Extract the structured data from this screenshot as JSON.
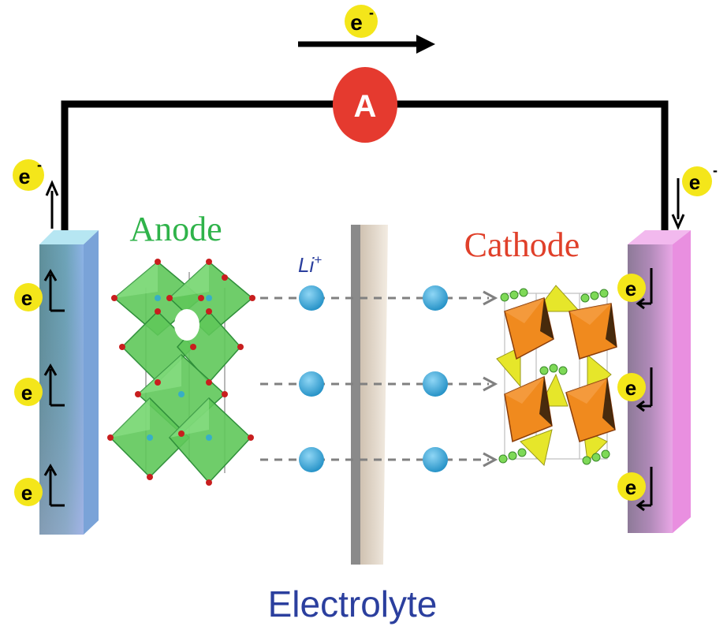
{
  "labels": {
    "electron": "e",
    "electron_charge": "-",
    "ammeter": "A",
    "anode": "Anode",
    "cathode": "Cathode",
    "lithium_ion": "Li",
    "lithium_charge": "+",
    "electrolyte": "Electrolyte"
  },
  "colors": {
    "wire": "#000000",
    "ammeter": "#e53a2f",
    "anode_text": "#2fb34a",
    "cathode_text": "#e0402a",
    "electrolyte_text": "#2b3f9e",
    "li_text": "#2b3f9e",
    "electron_badge": "#f4e61a",
    "li_ion": "#2aa7dd",
    "anode_crystal": "#5fc85a",
    "cathode_octahedra": "#f08a1e",
    "cathode_tetrahedra": "#e6e62a"
  }
}
